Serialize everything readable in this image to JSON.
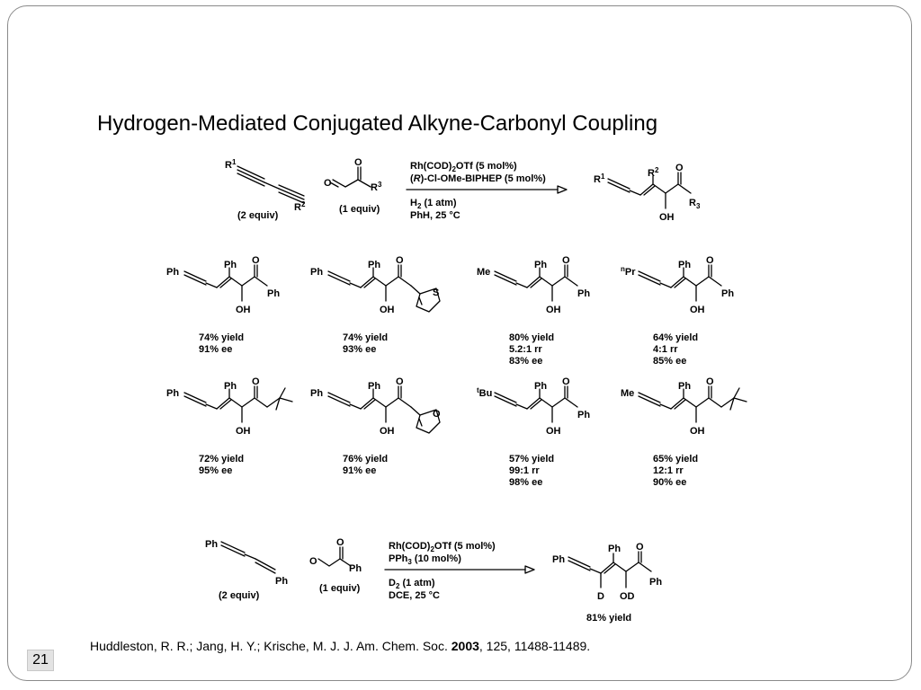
{
  "slide": {
    "title": "Hydrogen-Mediated Conjugated Alkyne-Carbonyl Coupling",
    "page_number": "21",
    "reference": {
      "pre": "Huddleston, R. R.; Jang, H. Y.; Krische, M. J. J. Am. Chem. Soc. ",
      "year": "2003",
      "post": ", 125, 11488-11489."
    }
  },
  "scheme1": {
    "diyne_equiv": "(2 equiv)",
    "carbonyl_equiv": "(1 equiv)",
    "r1": "R",
    "r1_sup": "1",
    "r2": "R",
    "r2_sup": "2",
    "r3": "R",
    "r3_sup": "3",
    "cond1_pre": "Rh(COD)",
    "cond1_sub": "2",
    "cond1_post": "OTf (5 mol%)",
    "cond2_a": "(",
    "cond2_r": "R",
    "cond2_b": ")-Cl-OMe-BIPHEP (5 mol%)",
    "cond3_pre": "H",
    "cond3_sub": "2",
    "cond3_post": " (1 atm)",
    "cond4": "PhH, 25 °C",
    "prod_r3": "R",
    "prod_r3_sub": "3",
    "oh": "OH",
    "o": "O"
  },
  "examples": [
    {
      "left": "Ph",
      "acyl": "Ph",
      "lines": [
        "74% yield",
        "91% ee"
      ]
    },
    {
      "left": "Ph",
      "acyl": "thiophene",
      "hetero": "S",
      "lines": [
        "74% yield",
        "93% ee"
      ]
    },
    {
      "left": "Me",
      "acyl": "Ph",
      "lines": [
        "80% yield",
        "5.2:1 rr",
        "83% ee"
      ]
    },
    {
      "left_sup": "n",
      "left": "Pr",
      "acyl": "Ph",
      "lines": [
        "64% yield",
        "4:1 rr",
        "85% ee"
      ]
    },
    {
      "left": "Ph",
      "acyl": "tBu",
      "lines": [
        "72% yield",
        "95% ee"
      ]
    },
    {
      "left": "Ph",
      "acyl": "furan",
      "hetero": "O",
      "lines": [
        "76% yield",
        "91% ee"
      ]
    },
    {
      "left_sup": "t",
      "left": "Bu",
      "acyl": "Ph",
      "lines": [
        "57% yield",
        "99:1 rr",
        "98% ee"
      ]
    },
    {
      "left": "Me",
      "acyl": "tBu",
      "lines": [
        "65% yield",
        "12:1 rr",
        "90% ee"
      ]
    }
  ],
  "common": {
    "ph": "Ph",
    "oh": "OH",
    "o": "O"
  },
  "scheme2": {
    "diyne_equiv": "(2 equiv)",
    "carbonyl_equiv": "(1 equiv)",
    "ph": "Ph",
    "cond1_pre": "Rh(COD)",
    "cond1_sub": "2",
    "cond1_post": "OTf (5 mol%)",
    "cond2_pre": "PPh",
    "cond2_sub": "3",
    "cond2_post": " (10 mol%)",
    "cond3_pre": "D",
    "cond3_sub": "2",
    "cond3_post": " (1 atm)",
    "cond4": "DCE, 25 °C",
    "d": "D",
    "od": "OD",
    "o": "O",
    "yield": "81% yield"
  }
}
